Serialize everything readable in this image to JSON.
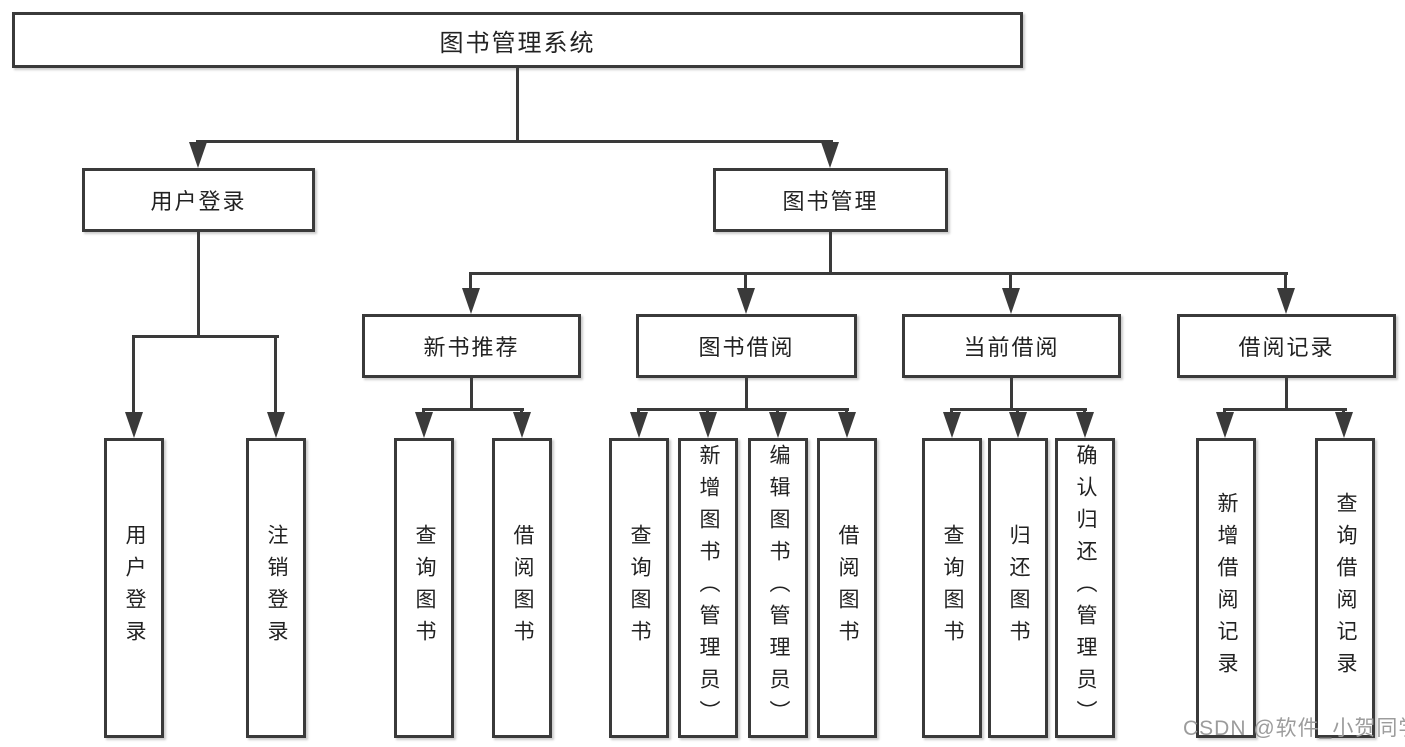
{
  "diagram": {
    "title_node": "图书管理系统",
    "level2": {
      "user_login": "用户登录",
      "book_management": "图书管理"
    },
    "level3": {
      "new_book_recommendation": "新书推荐",
      "book_borrowing": "图书借阅",
      "current_borrowing": "当前借阅",
      "borrowing_records": "借阅记录"
    },
    "level4": {
      "user_login_children": [
        "用户登录",
        "注销登录"
      ],
      "new_book_children": [
        "查询图书",
        "借阅图书"
      ],
      "book_borrow_children": [
        "查询图书",
        "新增图书（管理员）",
        "编辑图书（管理员）",
        "借阅图书"
      ],
      "current_borrow_children": [
        "查询图书",
        "归还图书",
        "确认归还（管理员）"
      ],
      "borrow_record_children": [
        "新增借阅记录",
        "查询借阅记录"
      ]
    }
  },
  "colors": {
    "line": "#3a3a3a",
    "text": "#222222",
    "background": "#ffffff",
    "watermark_color": "#9c9c9c"
  },
  "watermark": {
    "text": "CSDN @软件_小贺同学"
  }
}
